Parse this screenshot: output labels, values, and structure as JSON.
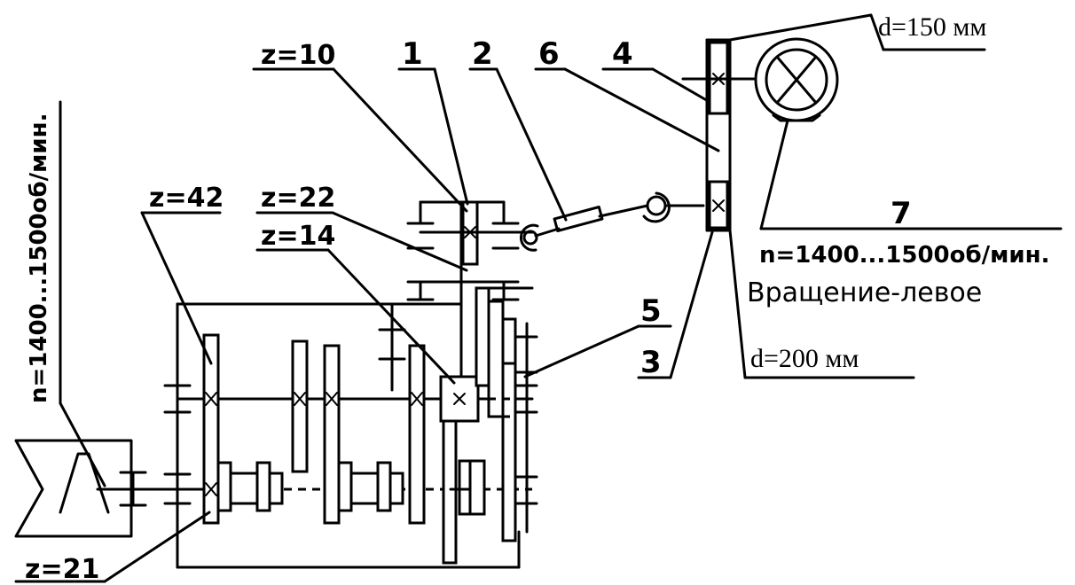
{
  "labels": {
    "z10": "z=10",
    "z42": "z=42",
    "z22": "z=22",
    "z14": "z=14",
    "z21": "z=21",
    "n1": "1",
    "n2": "2",
    "n3": "3",
    "n4": "4",
    "n5": "5",
    "n6": "6",
    "n7": "7",
    "d150": "d=150 мм",
    "d200": "d=200 мм",
    "speed_motor": "n=1400...1500об/мин.",
    "speed_input": "n=1400...1500об/мин.",
    "rotation": "Вращение-левое"
  }
}
